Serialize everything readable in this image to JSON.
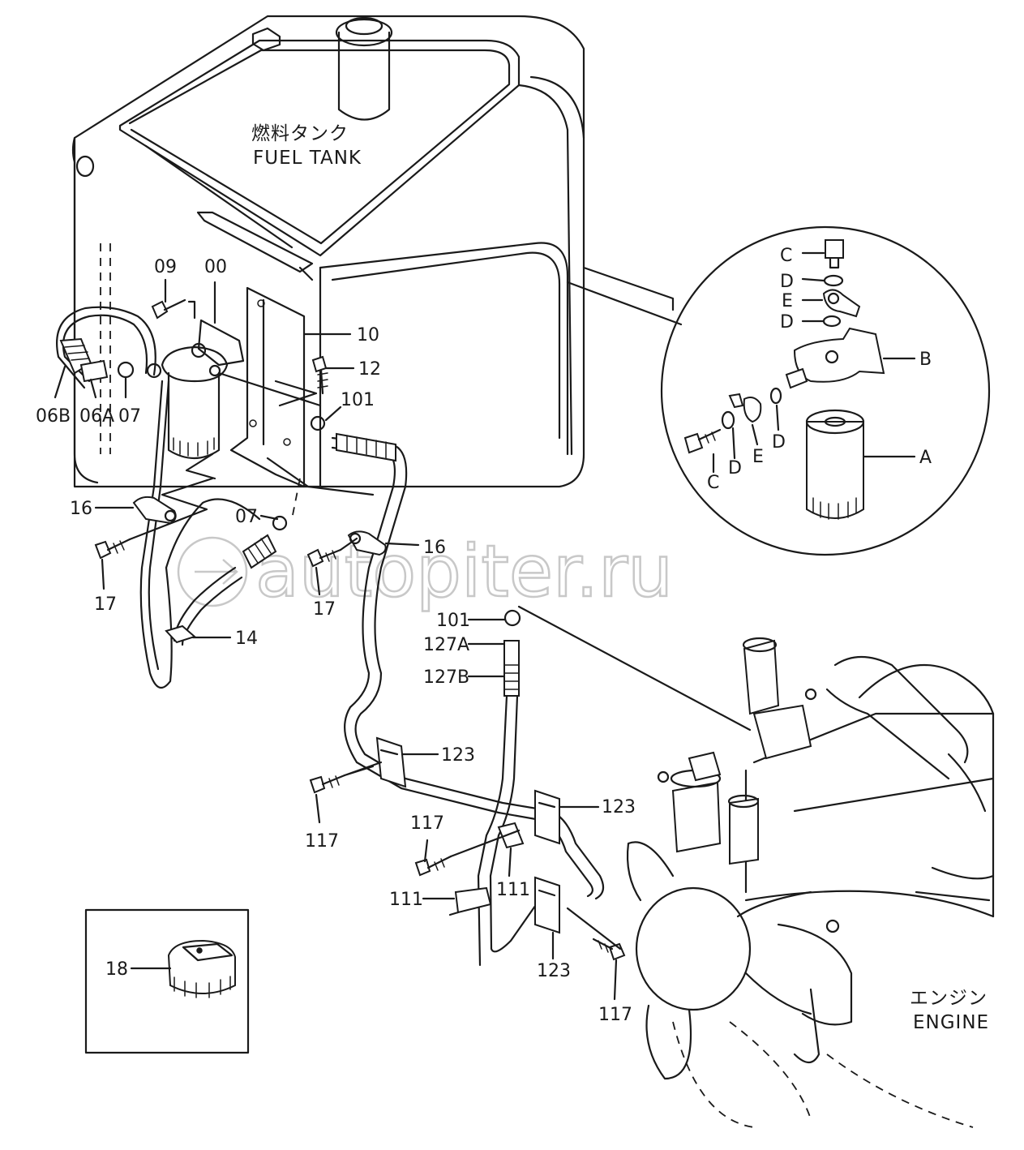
{
  "texts": {
    "fuel_tank_jp": "燃料タンク",
    "fuel_tank_en": "FUEL TANK",
    "engine_jp": "エンジン",
    "engine_en": "ENGINE",
    "watermark": "autopiter.ru"
  },
  "callouts": {
    "l09": "09",
    "l00": "00",
    "l10": "10",
    "l12": "12",
    "l101a": "101",
    "l06B": "06B",
    "l06A": "06A",
    "l07a": "07",
    "l16a": "16",
    "l07b": "07",
    "l16b": "16",
    "l17a": "17",
    "l17b": "17",
    "l14": "14",
    "l101b": "101",
    "l127A": "127A",
    "l127B": "127B",
    "l123a": "123",
    "l123b": "123",
    "l123c": "123",
    "l117a": "117",
    "l117b": "117",
    "l117c": "117",
    "l111a": "111",
    "l111b": "111",
    "l18": "18"
  },
  "detail": {
    "C1": "C",
    "D1": "D",
    "E1": "E",
    "D2": "D",
    "B": "B",
    "C2": "C",
    "D3": "D",
    "E2": "E",
    "D4": "D",
    "A": "A"
  }
}
